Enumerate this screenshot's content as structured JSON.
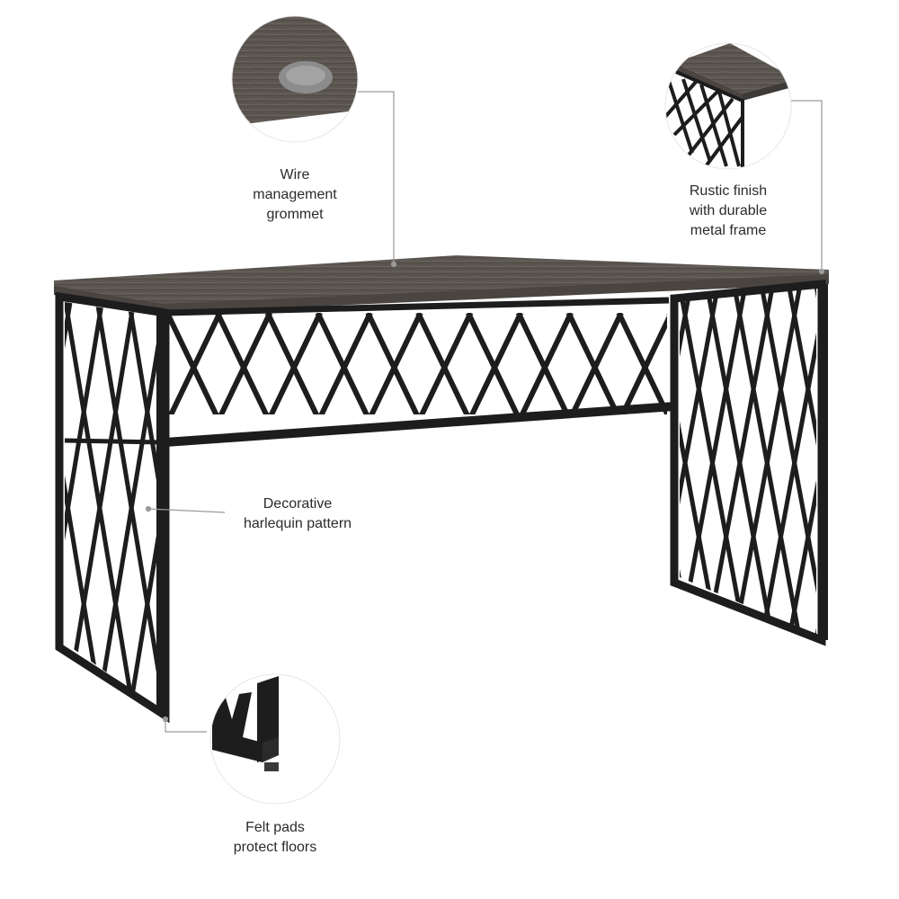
{
  "callouts": {
    "grommet": {
      "lines": [
        "Wire",
        "management",
        "grommet"
      ]
    },
    "finish": {
      "lines": [
        "Rustic finish",
        "with durable",
        "metal frame"
      ]
    },
    "pattern": {
      "lines": [
        "Decorative",
        "harlequin pattern"
      ]
    },
    "pads": {
      "lines": [
        "Felt pads",
        "protect floors"
      ]
    }
  },
  "colors": {
    "wood": "#5b5550",
    "wood_edge": "#4a4541",
    "metal": "#1d1d1d",
    "leader": "#9a9a9a",
    "grommet": "#8c8c8c",
    "text": "#2b2b2b"
  }
}
